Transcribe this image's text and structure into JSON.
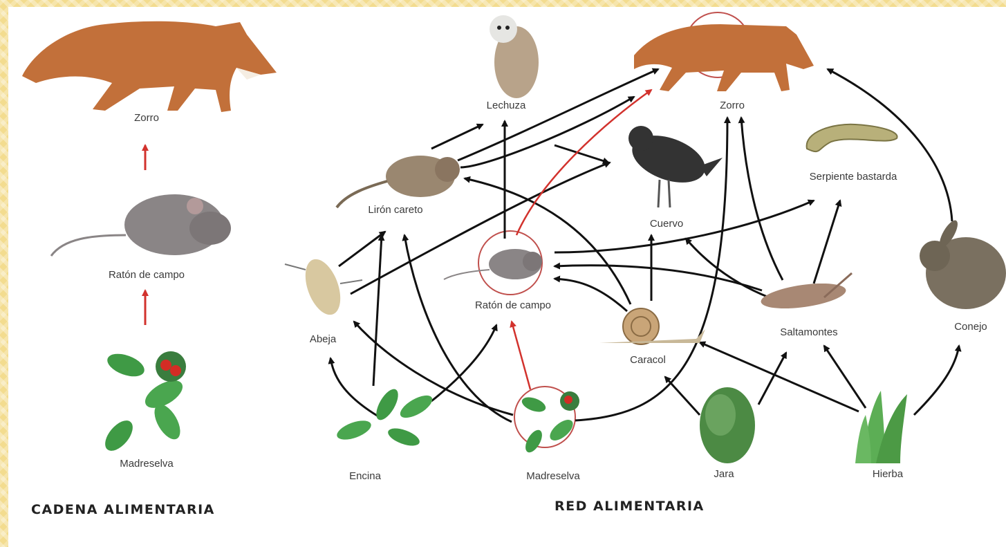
{
  "chain": {
    "title": "Cadena alimentaria",
    "labels": {
      "zorro": "Zorro",
      "raton": "Ratón de campo",
      "madreselva": "Madreselva"
    }
  },
  "web": {
    "title": "Red alimentaria",
    "labels": {
      "lechuza": "Lechuza",
      "zorro": "Zorro",
      "cuervo": "Cuervo",
      "serpiente": "Serpiente bastarda",
      "liron": "Lirón careto",
      "raton": "Ratón de campo",
      "abeja": "Abeja",
      "caracol": "Caracol",
      "saltamontes": "Saltamontes",
      "conejo": "Conejo",
      "encina": "Encina",
      "madreselva": "Madreselva",
      "jara": "Jara",
      "hierba": "Hierba"
    }
  },
  "colors": {
    "arrow": "#111111",
    "highlight": "#d2322d",
    "background": "#f3dc8f"
  }
}
